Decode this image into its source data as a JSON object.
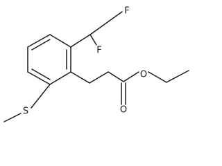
{
  "structure": {
    "atoms": {
      "fluorine_upper": "F",
      "fluorine_lower": "F",
      "ester_oxygen": "O",
      "carbonyl_oxygen": "O",
      "sulfur": "S"
    }
  }
}
